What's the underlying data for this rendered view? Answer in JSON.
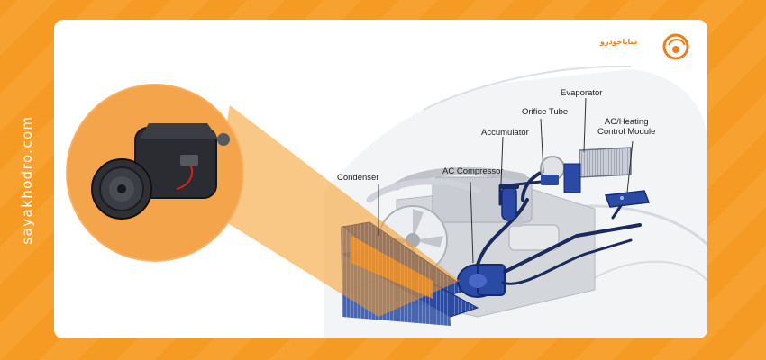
{
  "watermark": {
    "vertical_text": "sayakhodro.com"
  },
  "logo": {
    "text": "سایاخودرو",
    "icon": "swirl-logo-icon",
    "color": "#f07d1a"
  },
  "labels": {
    "evaporator": "Evaporator",
    "orifice_tube": "Orifice Tube",
    "ac_heating_line1": "AC/Heating",
    "ac_heating_line2": "Control Module",
    "accumulator": "Accumulator",
    "condenser": "Condenser",
    "ac_compressor": "AC Compressor"
  },
  "colors": {
    "brand_orange": "#f59b23",
    "refrigerant_blue": "#1f3f95",
    "hose_dark": "#1b2a5c",
    "engine_grey": "#d3d6db"
  }
}
